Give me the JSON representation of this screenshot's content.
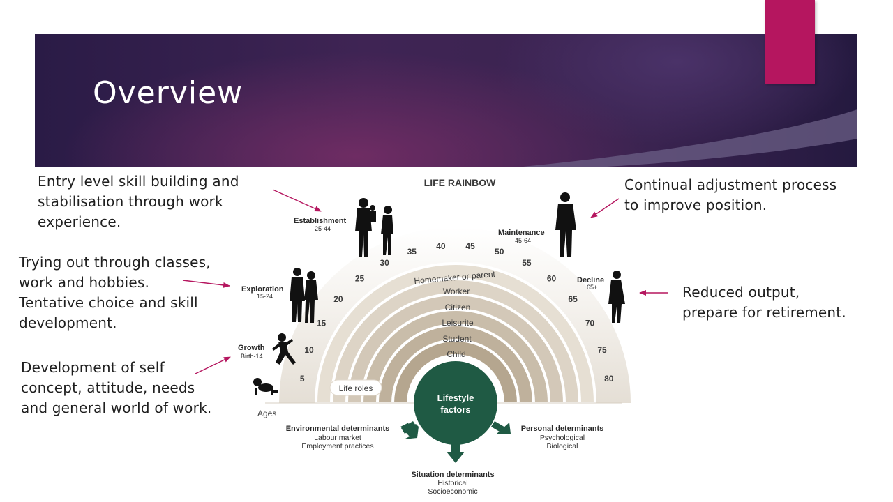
{
  "slide": {
    "title": "Overview"
  },
  "annotations": {
    "establishment": [
      "Entry level skill building and",
      "stabilisation through work",
      "experience."
    ],
    "exploration": [
      "Trying out through classes,",
      "work and hobbies.",
      "Tentative choice and skill",
      "development."
    ],
    "growth": [
      "Development of self",
      "concept, attitude, needs",
      "and general world of work."
    ],
    "maintenance": [
      "Continual adjustment process",
      "to improve position."
    ],
    "decline": [
      "Reduced output,",
      "prepare for retirement."
    ]
  },
  "rainbow": {
    "title": "LIFE RAINBOW",
    "stages": [
      {
        "name": "Growth",
        "ages": "Birth-14"
      },
      {
        "name": "Exploration",
        "ages": "15-24"
      },
      {
        "name": "Establishment",
        "ages": "25-44"
      },
      {
        "name": "Maintenance",
        "ages": "45-64"
      },
      {
        "name": "Decline",
        "ages": "65+"
      }
    ],
    "age_ticks": [
      "5",
      "10",
      "15",
      "20",
      "25",
      "30",
      "35",
      "40",
      "45",
      "50",
      "55",
      "60",
      "65",
      "70",
      "75",
      "80"
    ],
    "ages_label": "Ages",
    "life_roles_label": "Life roles",
    "roles": [
      "Homemaker or parent",
      "Worker",
      "Citizen",
      "Leisurite",
      "Student",
      "Child"
    ],
    "lifestyle_factors": [
      "Lifestyle",
      "factors"
    ],
    "determinants": {
      "environmental": {
        "title": "Environmental determinants",
        "items": [
          "Labour market",
          "Employment practices"
        ]
      },
      "personal": {
        "title": "Personal determinants",
        "items": [
          "Psychological",
          "Biological"
        ]
      },
      "situation": {
        "title": "Situation determinants",
        "items": [
          "Historical",
          "Socioeconomic"
        ]
      }
    }
  },
  "colors": {
    "accent": "#b5165f",
    "banner_dark": "#2a1b46",
    "lifestyle_circle": "#1f5a44",
    "arrow": "#b5165f"
  }
}
